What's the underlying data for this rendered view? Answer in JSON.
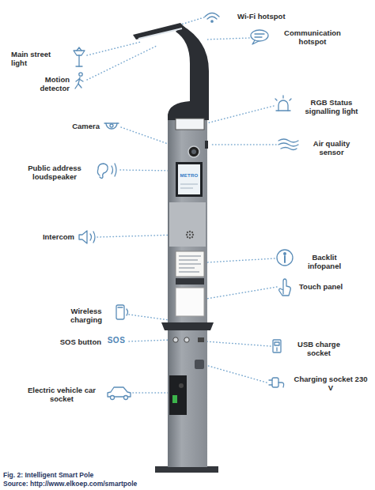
{
  "diagram": {
    "caption": "Fig. 2: Intelligent Smart Pole",
    "labels": [
      "Wi-Fi hotspot",
      "Communication hotspot",
      "Main street light",
      "Motion detector",
      "RGB Status signalling light",
      "Camera",
      "Air quality sensor",
      "Public address loudspeaker",
      "METRO",
      "Intercom",
      "Backlit infopanel",
      "Touch panel",
      "Wireless charging",
      "SOS",
      "SOS button",
      "USB charge socket",
      "Charging socket 230 V",
      "Electric vehicle car socket",
      "Source: http://www.elkoep.com/smartpole"
    ]
  }
}
